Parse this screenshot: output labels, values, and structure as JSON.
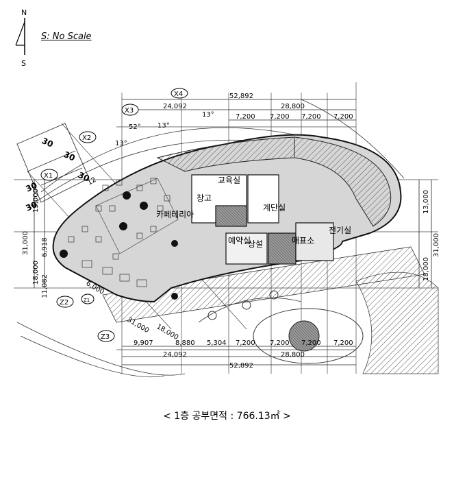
{
  "legend": {
    "north_letter": "N",
    "south_letter": "S",
    "scale_note": "S: No Scale"
  },
  "caption": "< 1층 공부면적 : 766.13㎡ >",
  "dimensions": {
    "top_total": "52,892",
    "top_left": "24,092",
    "top_right": "28,800",
    "top_bays": [
      "7,200",
      "7,200",
      "7,200",
      "7,200"
    ],
    "bottom_segments": [
      "9,907",
      "8,880",
      "5,304",
      "7,200",
      "7,200",
      "7,200",
      "7,200"
    ],
    "bottom_left": "24,092",
    "bottom_right": "28,800",
    "bottom_total": "52,892",
    "right_top": "13,000",
    "right_bottom": "18,000",
    "right_total": "31,000",
    "left_total": "31,000",
    "left_top": "13,000",
    "left_bottom": "18,000",
    "left_small_1": "6,918",
    "left_small_2": "11,082",
    "diag_1": "31,000",
    "diag_2": "18,000",
    "diag_3": "6,000"
  },
  "angles": [
    "13°",
    "13°",
    "13°",
    "52°",
    "12"
  ],
  "grid_bubbles": [
    "X3",
    "X2",
    "X1",
    "X4",
    "Z2",
    "Z3",
    "Z1"
  ],
  "grid_numbers": [
    "30",
    "30",
    "30",
    "30",
    "30",
    "1"
  ],
  "rooms": {
    "cafeteria": "카페테리아",
    "storage": "창고",
    "office": "교육실",
    "stair": "계단실",
    "reception": "예약실",
    "lobby": "상설",
    "ticket": "매표소",
    "electric": "전기실"
  }
}
